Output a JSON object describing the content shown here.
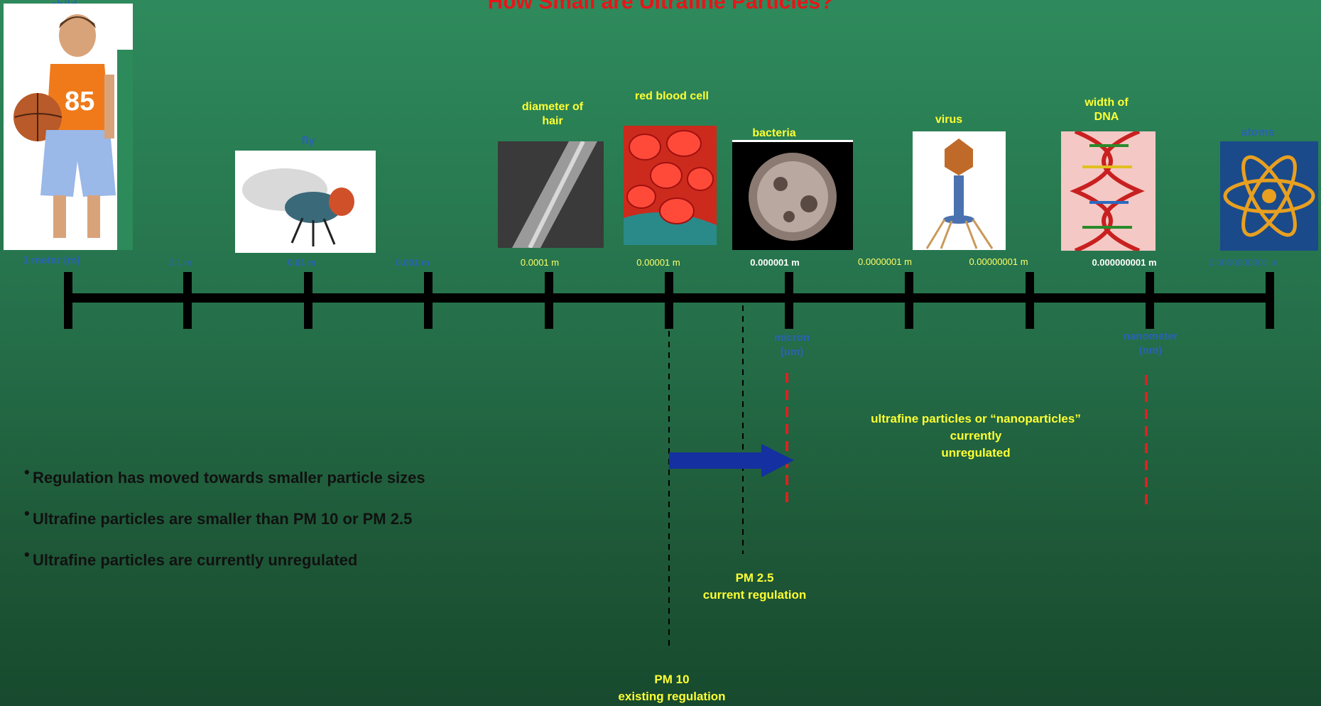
{
  "title": "How Small are Ultrafine Particles?",
  "objects": [
    {
      "key": "child",
      "label": "child",
      "color": "blue",
      "icon": "child-photo"
    },
    {
      "key": "fly",
      "label": "fly",
      "color": "blue",
      "icon": "fly-photo"
    },
    {
      "key": "hair",
      "label": "diameter of\nhair",
      "color": "yellow",
      "icon": "hair-micrograph"
    },
    {
      "key": "rbc",
      "label": "red blood cell",
      "color": "yellow",
      "icon": "red-blood-cells-image"
    },
    {
      "key": "bacteria",
      "label": "bacteria",
      "color": "yellow",
      "icon": "bacteria-micrograph"
    },
    {
      "key": "virus",
      "label": "virus",
      "color": "yellow",
      "icon": "virus-illustration"
    },
    {
      "key": "dna",
      "label": "width of\nDNA",
      "color": "yellow",
      "icon": "dna-helix-image"
    },
    {
      "key": "atoms",
      "label": "atoms",
      "color": "blue",
      "icon": "atom-symbol-image"
    }
  ],
  "scale_labels": [
    "1 meter (m)",
    "0.1 m",
    "0.01 m",
    "0.001 m",
    "0.0001 m",
    "0.00001 m",
    "0.000001 m",
    "0.0000001 m",
    "0.00000001 m",
    "0.000000001 m",
    "0.0000000001 m"
  ],
  "unit_labels": {
    "micron": "micron\n(um)",
    "nanometer": "nanometer\n(nm)"
  },
  "ultrafine_label": "ultrafine particles or “nanoparticles”\ncurrently\nunregulated",
  "pm25_label": "PM 2.5\ncurrent regulation",
  "pm10_label": "PM 10\nexisting regulation",
  "bullets": [
    "Regulation has moved towards smaller particle sizes",
    "Ultrafine particles are smaller than PM 10 or PM 2.5",
    "Ultrafine particles are currently unregulated"
  ],
  "colors": {
    "title": "#e8141a",
    "yellow_text": "#ffff33",
    "blue_text": "#2a62b4",
    "arrow": "#1530a0",
    "red_dash": "#e02020"
  }
}
